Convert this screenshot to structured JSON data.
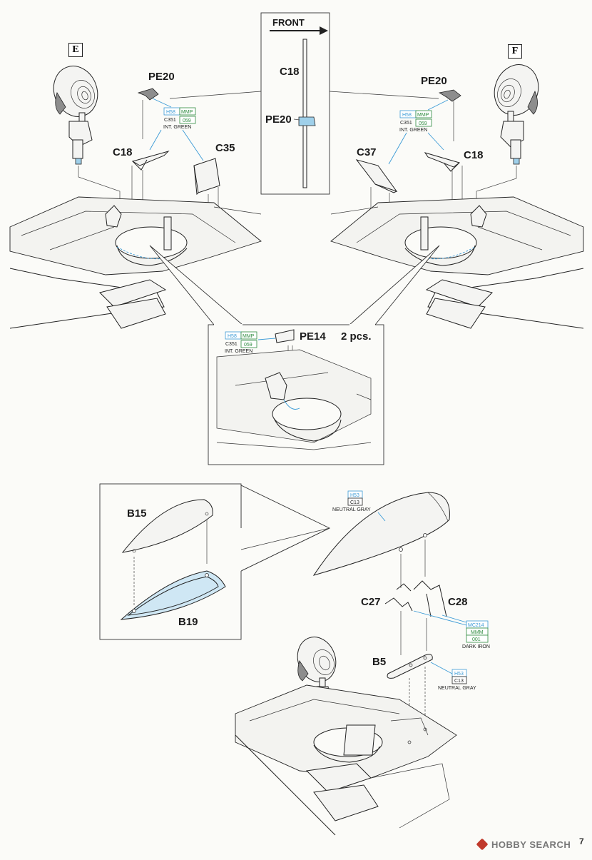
{
  "badges": {
    "left": "E",
    "right": "F"
  },
  "front_label": "FRONT",
  "parts": {
    "pe20": "PE20",
    "c18": "C18",
    "c35": "C35",
    "c37": "C37",
    "pe14": "PE14",
    "pe14_qty": "2 pcs.",
    "b15": "B15",
    "b19": "B19",
    "c27": "C27",
    "c28": "C28",
    "b5": "B5"
  },
  "paint": {
    "h58": "H58",
    "mmp": "MMP",
    "c351": "C351",
    "mmp059": "059",
    "int_green": "INT. GREEN",
    "h53": "H53",
    "c13": "C13",
    "neutral_gray": "NEUTRAL GRAY",
    "mc214": "MC214",
    "mmm": "MMM",
    "mmm001": "001",
    "dark_iron": "DARK IRON"
  },
  "colors": {
    "ink": "#222222",
    "paint_blue": "#3a9ad6",
    "paint_green": "#2e8b3e"
  },
  "watermark": "HOBBY SEARCH",
  "page_number": "7"
}
